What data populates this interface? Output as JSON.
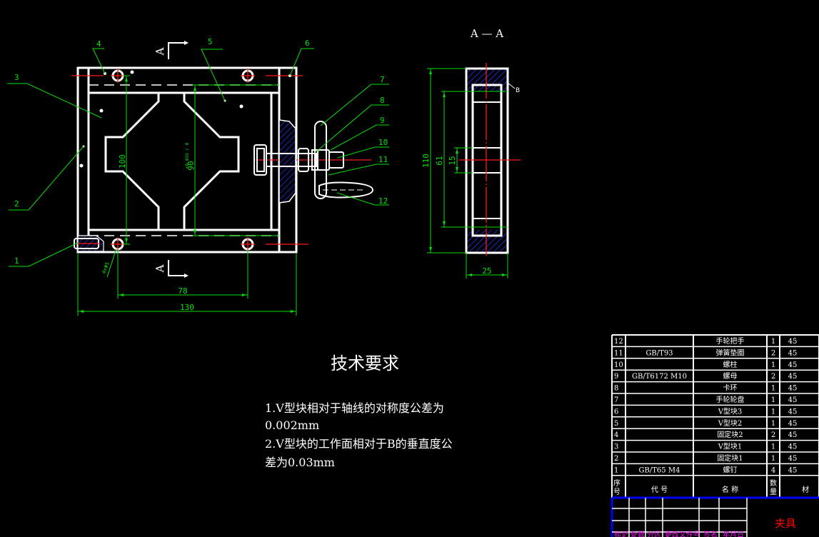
{
  "drawing": {
    "section_title": "A — A",
    "section_marker": "A",
    "leaders": [
      "1",
      "2",
      "3",
      "4",
      "5",
      "6",
      "7",
      "8",
      "9",
      "10",
      "11",
      "12"
    ],
    "dimensions": {
      "height_outer": "100",
      "vblock_gap": "90",
      "vblock_tol": "+0.035 / 0",
      "hole_spacing": "78",
      "overall_width": "130",
      "holes": "4xΦ5",
      "section_height": "110",
      "section_inner": "61",
      "section_slot": "15",
      "section_width": "25",
      "datum": "B"
    }
  },
  "tech_req": {
    "title": "技术要求",
    "lines": [
      "1.V型块相对于轴线的对称度公差为",
      "0.002mm",
      "2.V型块的工作面相对于B的垂直度公",
      "差为0.03mm"
    ]
  },
  "bom": {
    "rows": [
      {
        "no": "12",
        "code": "",
        "name": "手轮把手",
        "qty": "1",
        "mat": "45"
      },
      {
        "no": "11",
        "code": "GB/T93",
        "name": "弹簧垫圈",
        "qty": "2",
        "mat": "45"
      },
      {
        "no": "10",
        "code": "",
        "name": "螺柱",
        "qty": "1",
        "mat": "45"
      },
      {
        "no": "9",
        "code": "GB/T6172 M10",
        "name": "螺母",
        "qty": "2",
        "mat": "45"
      },
      {
        "no": "8",
        "code": "",
        "name": "卡环",
        "qty": "1",
        "mat": "45"
      },
      {
        "no": "7",
        "code": "",
        "name": "手轮轮盘",
        "qty": "1",
        "mat": "45"
      },
      {
        "no": "6",
        "code": "",
        "name": "V型块3",
        "qty": "1",
        "mat": "45"
      },
      {
        "no": "5",
        "code": "",
        "name": "V型块2",
        "qty": "1",
        "mat": "45"
      },
      {
        "no": "4",
        "code": "",
        "name": "固定块2",
        "qty": "2",
        "mat": "45"
      },
      {
        "no": "3",
        "code": "",
        "name": "V型块1",
        "qty": "1",
        "mat": "45"
      },
      {
        "no": "2",
        "code": "",
        "name": "固定块1",
        "qty": "1",
        "mat": "45"
      },
      {
        "no": "1",
        "code": "GB/T65  M4",
        "name": "螺钉",
        "qty": "4",
        "mat": "45"
      }
    ],
    "header": {
      "no": "序号",
      "code": "代  号",
      "name": "名  称",
      "qty": "数量",
      "mat": "材"
    },
    "title_block": {
      "part_name": "夹具",
      "labels": [
        "标记",
        "处数",
        "分区",
        "更改文件号",
        "签名",
        "年月日"
      ]
    }
  },
  "colors": {
    "dimension": "#00e000",
    "centerline": "#ff1a1a",
    "hatch": "#2233ff",
    "frame": "#0000ff",
    "title": "#ff0000",
    "label": "#ff00ff"
  }
}
